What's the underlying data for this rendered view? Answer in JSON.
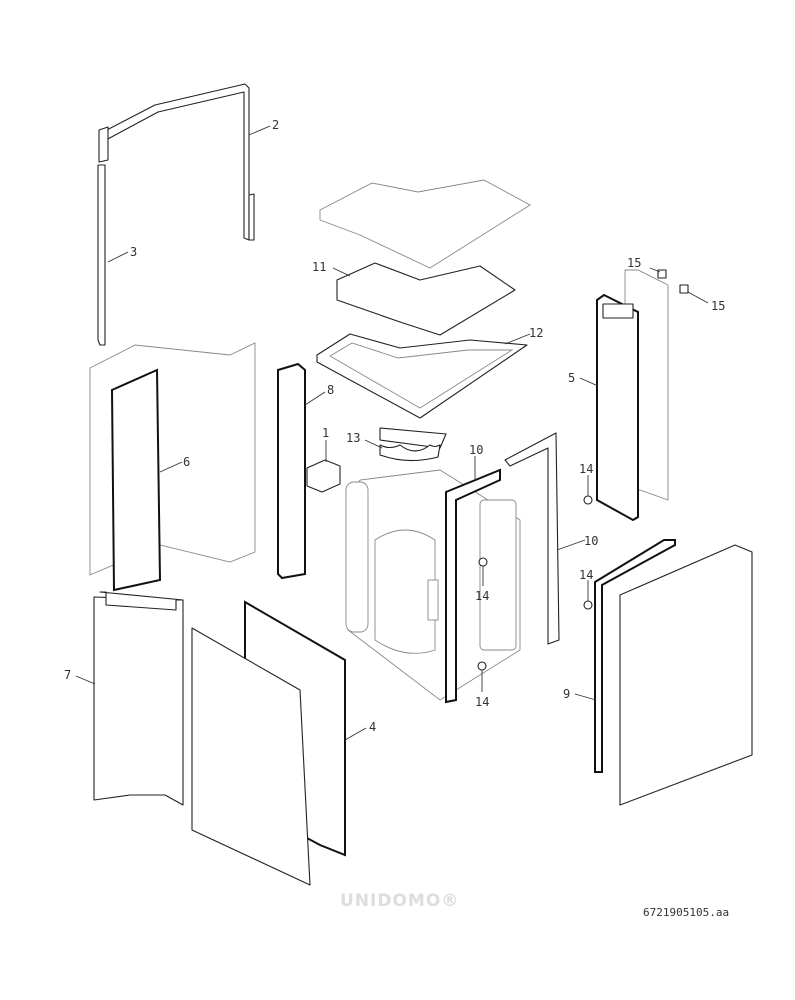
{
  "diagram": {
    "callouts": {
      "c1": "1",
      "c2": "2",
      "c3": "3",
      "c4": "4",
      "c5": "5",
      "c6": "6",
      "c7": "7",
      "c8": "8",
      "c9": "9",
      "c10a": "10",
      "c10b": "10",
      "c11": "11",
      "c12": "12",
      "c13": "13",
      "c14a": "14",
      "c14b": "14",
      "c14c": "14",
      "c14d": "14",
      "c15a": "15",
      "c15b": "15"
    },
    "drawing_code": "6721905105.aa",
    "watermark": "UNIDOMO®"
  }
}
